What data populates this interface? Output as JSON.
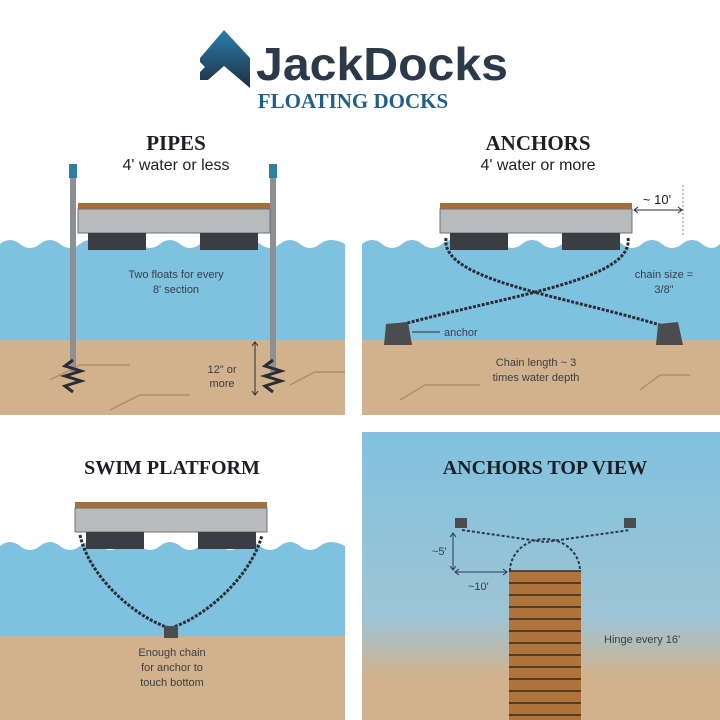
{
  "brand": {
    "name": "JackDocks",
    "tagline": "FLOATING DOCKS"
  },
  "colors": {
    "navy": "#2b3a4a",
    "blue": "#1f5f8b",
    "water": "#7fc2df",
    "sand": "#d2b28c",
    "deck": "#a46f3a"
  },
  "panels": {
    "pipes": {
      "title": "PIPES",
      "subtitle": "4' water or less",
      "floats_note_1": "Two floats for every",
      "floats_note_2": "8' section",
      "depth_1": "12\" or",
      "depth_2": "more"
    },
    "anchors": {
      "title": "ANCHORS",
      "subtitle": "4' water or more",
      "distance": "~ 10'",
      "chain_size_1": "chain size =",
      "chain_size_2": "3/8\"",
      "anchor_label": "anchor",
      "chain_length_1": "Chain length ~ 3",
      "chain_length_2": "times water depth"
    },
    "swim": {
      "title": "SWIM PLATFORM",
      "note_1": "Enough chain",
      "note_2": "for anchor to",
      "note_3": "touch bottom"
    },
    "topview": {
      "title": "ANCHORS TOP VIEW",
      "vertical": "~5'",
      "horizontal": "~10'",
      "hinge": "Hinge every 16'"
    }
  }
}
